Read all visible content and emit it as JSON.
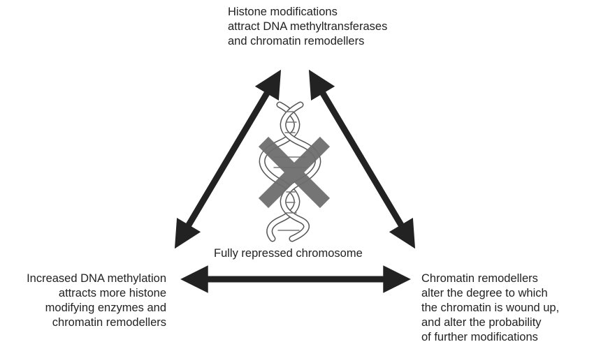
{
  "diagram": {
    "top_node": {
      "lines": [
        "Histone modifications",
        "attract DNA methyltransferases",
        "and chromatin remodellers"
      ]
    },
    "left_node": {
      "lines": [
        "Increased DNA methylation",
        "attracts more histone",
        "modifying enzymes and",
        "chromatin remodellers"
      ]
    },
    "right_node": {
      "lines": [
        "Chromatin remodellers",
        "alter the degree to which",
        "the chromatin is wound up,",
        "and alter the probability",
        "of further modifications"
      ]
    },
    "center_label": "Fully repressed chromosome",
    "colors": {
      "arrow": "#222222",
      "cross": "#6e6e6e",
      "text": "#222222"
    },
    "icons": {
      "center": "dna-helix-icon",
      "overlay": "cross-mark-icon"
    }
  }
}
